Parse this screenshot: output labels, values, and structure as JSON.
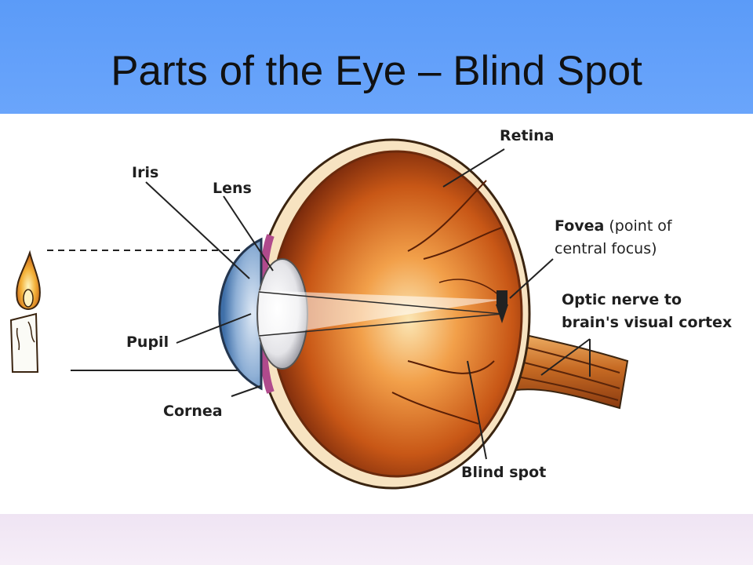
{
  "slide": {
    "title": "Parts of the Eye – Blind Spot",
    "colors": {
      "title_bar": "#5b9bf8",
      "footer_band": "#f2e8f5",
      "title_text": "#111111"
    }
  },
  "labels": {
    "retina": "Retina",
    "iris": "Iris",
    "lens": "Lens",
    "fovea_bold": "Fovea",
    "fovea_rest": " (point of",
    "fovea_line2": "central focus)",
    "optic_line1": "Optic nerve to",
    "optic_line2": "brain's visual cortex",
    "pupil": "Pupil",
    "cornea": "Cornea",
    "blind_spot": "Blind spot"
  },
  "icons": {
    "candle": "candle-icon",
    "eye": "eyeball-cross-section-illustration"
  }
}
